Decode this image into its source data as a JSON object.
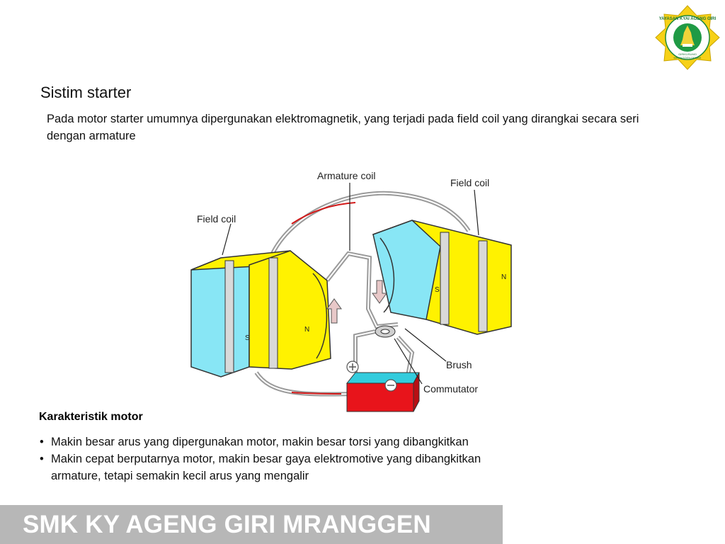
{
  "slide": {
    "title": "Sistim starter",
    "intro": "Pada motor starter umumnya dipergunakan elektromagnetik, yang terjadi pada field coil yang dirangkai secara seri dengan armature"
  },
  "logo": {
    "top_text": "YAYASAN KYAI AGENG GIRI",
    "bottom_line1": "GIRIKUSUMO",
    "bottom_line2": "MRANGGEN DEMAK"
  },
  "diagram": {
    "labels": {
      "armature_coil": "Armature coil",
      "field_coil_left": "Field coil",
      "field_coil_right": "Field coil",
      "brush": "Brush",
      "commutator": "Commutator"
    },
    "poles": {
      "left_s": "S",
      "left_n": "N",
      "right_s": "S",
      "right_n": "N"
    },
    "colors": {
      "magnet_face": "#88e6f5",
      "magnet_body": "#fff200",
      "battery_top": "#33ccdd",
      "battery_body": "#e8141b",
      "wire": "#9a9a9a"
    }
  },
  "characteristics": {
    "heading": "Karakteristik motor",
    "bullet_char": "•",
    "items": [
      {
        "line1": "Makin besar arus yang dipergunakan motor,  makin besar torsi yang dibangkitkan",
        "line2": ""
      },
      {
        "line1": "Makin cepat berputarnya motor, makin besar gaya elektromotive yang dibangkitkan",
        "line2": "armature, tetapi semakin kecil arus yang mengalir"
      }
    ]
  },
  "footer": {
    "text": "SMK KY AGENG GIRI MRANGGEN",
    "color": "#b7b7b7"
  }
}
